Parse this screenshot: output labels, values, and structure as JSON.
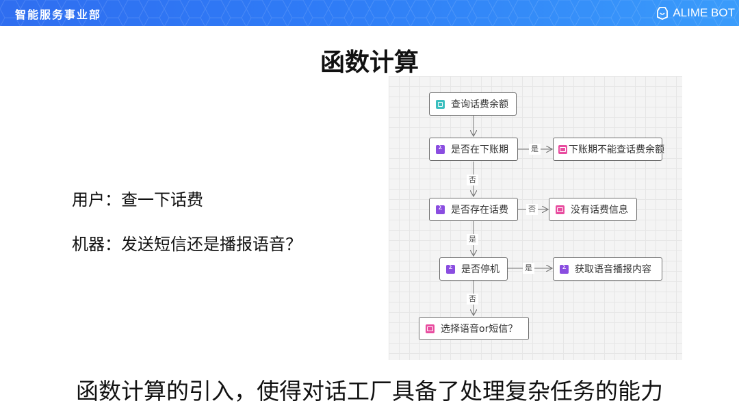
{
  "header": {
    "department": "智能服务事业部",
    "brand": "ALIME BOT",
    "brand_icon": "robot-head-icon"
  },
  "title": "函数计算",
  "dialog": {
    "user": "用户：查一下话费",
    "machine": "机器：发送短信还是播报语音？"
  },
  "caption": "函数计算的引入，使得对话工厂具备了处理复杂任务的能力",
  "flow": {
    "nodes": {
      "query": "查询话费余额",
      "billing": "是否在下账期",
      "cannot": "下账期不能查话费余额",
      "has_fee": "是否存在话费",
      "no_fee": "没有话费信息",
      "stopped": "是否停机",
      "get_voice": "获取语音播报内容",
      "choose": "选择语音or短信？"
    },
    "edge_labels": {
      "yes": "是",
      "no": "否"
    },
    "icon_colors": {
      "query": "#3bbfbf",
      "function": "#8a4de0",
      "message": "#e84c9f"
    }
  }
}
